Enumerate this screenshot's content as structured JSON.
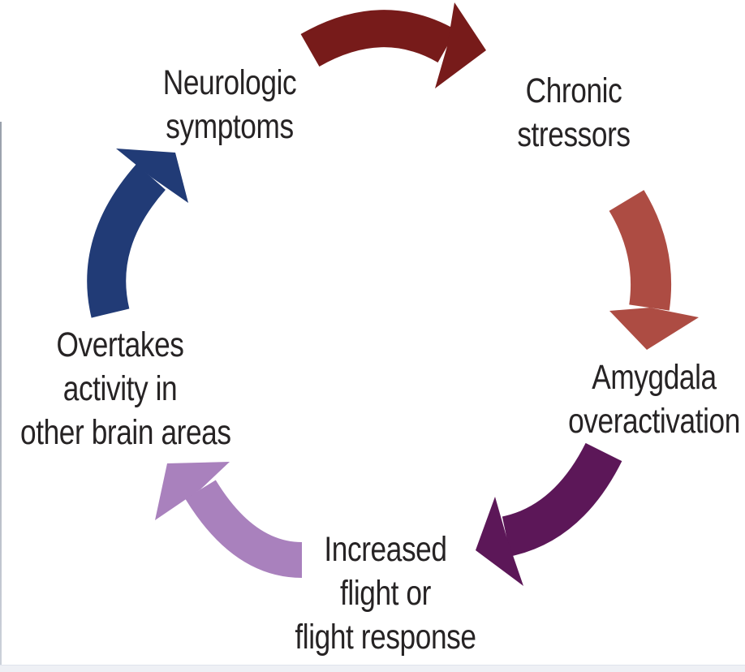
{
  "background": "#ffffff",
  "text_color": "#262324",
  "cycle": {
    "nodes": [
      {
        "id": "neurologic-symptoms",
        "label_lines": [
          "Neurologic",
          "symptoms"
        ]
      },
      {
        "id": "chronic-stressors",
        "label_lines": [
          "Chronic",
          "stressors"
        ]
      },
      {
        "id": "amygdala-overactivation",
        "label_lines": [
          "Amygdala",
          "overactivation"
        ]
      },
      {
        "id": "increased-flight-response",
        "label_lines": [
          "Increased",
          "flight or",
          "flight response"
        ]
      },
      {
        "id": "overtakes-brain-areas",
        "label_lines": [
          "Overtakes",
          "activity in",
          "other brain areas"
        ]
      }
    ],
    "arrows": [
      {
        "from": "Neurologic symptoms",
        "to": "Chronic stressors",
        "color": "#771b1a"
      },
      {
        "from": "Chronic stressors",
        "to": "Amygdala overactivation",
        "color": "#ad4c43"
      },
      {
        "from": "Amygdala overactivation",
        "to": "Increased flight or flight response",
        "color": "#5c1758"
      },
      {
        "from": "Increased flight or flight response",
        "to": "Overtakes activity in other brain areas",
        "color": "#a981bd"
      },
      {
        "from": "Overtakes activity in other brain areas",
        "to": "Neurologic symptoms",
        "color": "#213b76"
      }
    ]
  }
}
